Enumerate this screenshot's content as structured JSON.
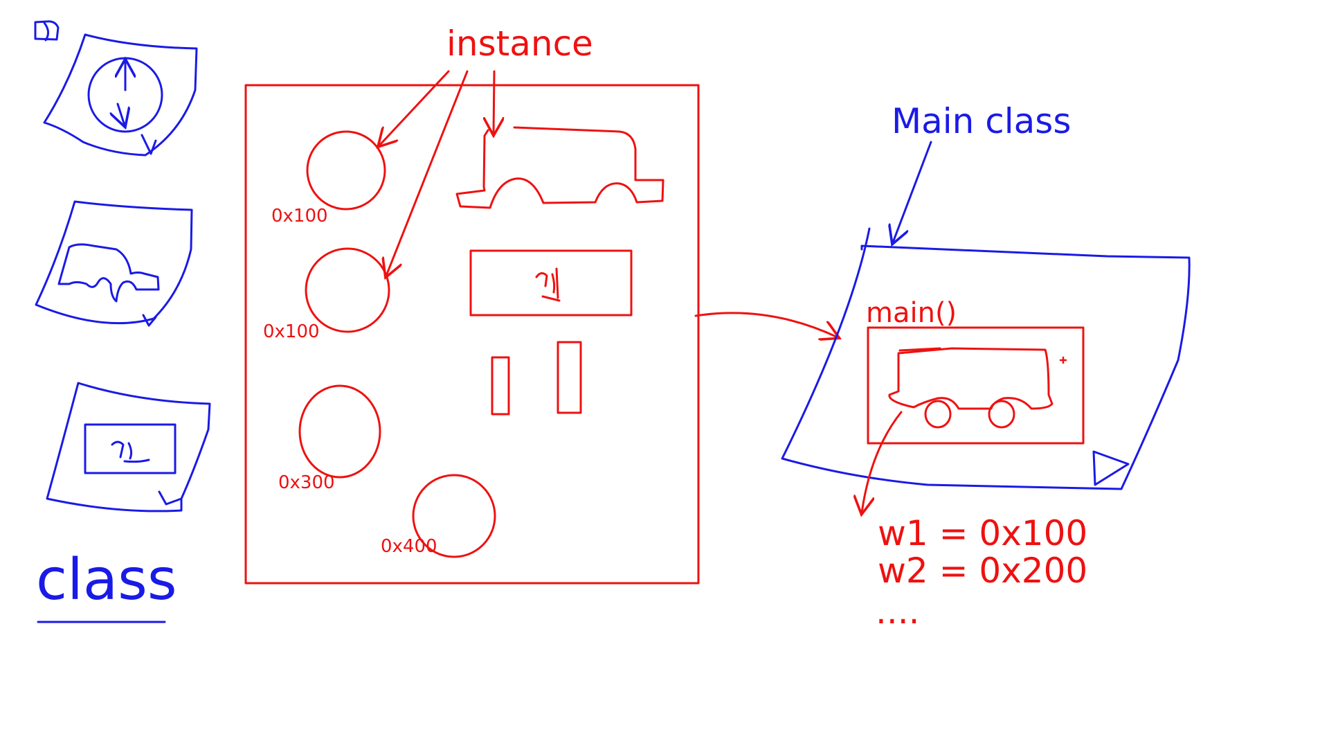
{
  "colors": {
    "blue": "#1a1ae6",
    "red": "#ee1111",
    "background": "#ffffff"
  },
  "labels": {
    "instance": "instance",
    "main_class": "Main class",
    "main_method": "main()",
    "class_word": "class",
    "w1": "w1 = 0x100",
    "w2": "w2 = 0x200",
    "ellipsis": "....",
    "addr_1": "0x100",
    "addr_2": "0x100",
    "addr_3": "0x300",
    "addr_4": "0x400"
  },
  "icons": {
    "class_cards": [
      "clock-card-icon",
      "car-card-icon",
      "korean-glyph-card-icon"
    ],
    "memory_shapes": [
      "circle",
      "circle",
      "circle",
      "circle",
      "car",
      "korean-glyph-box",
      "bar",
      "bar"
    ]
  }
}
